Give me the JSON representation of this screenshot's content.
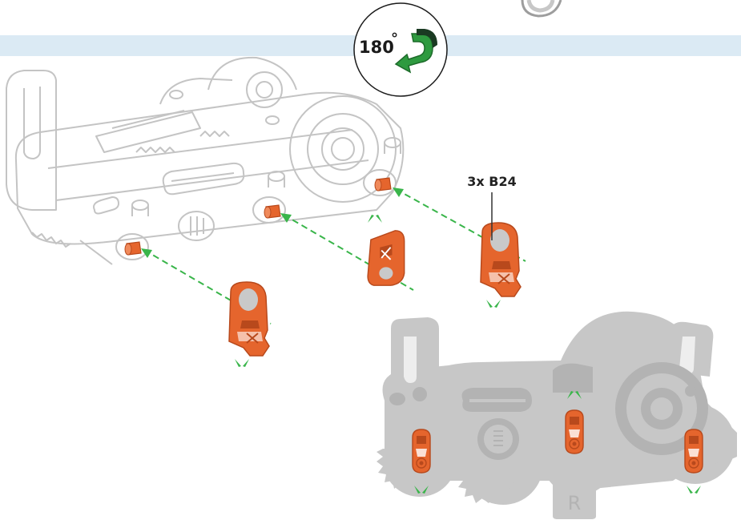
{
  "rotation": {
    "label": "180",
    "degree_symbol": "°",
    "arrow_icon": "rotate-arrow-icon"
  },
  "part_callout": {
    "label": "3x B24"
  },
  "front_view_marking": {
    "label": "R"
  },
  "colors": {
    "band": "#dbeaf4",
    "part_orange": "#e5652d",
    "part_orange_dark": "#b8491c",
    "part_hole": "#c9c9c9",
    "guide_green": "#39b54a",
    "rotate_arrow_green": "#2e9a3f",
    "outline_grey": "#c4c4c4",
    "housing_grey": "#c7c7c7",
    "housing_grey_dark": "#b3b3b3"
  }
}
